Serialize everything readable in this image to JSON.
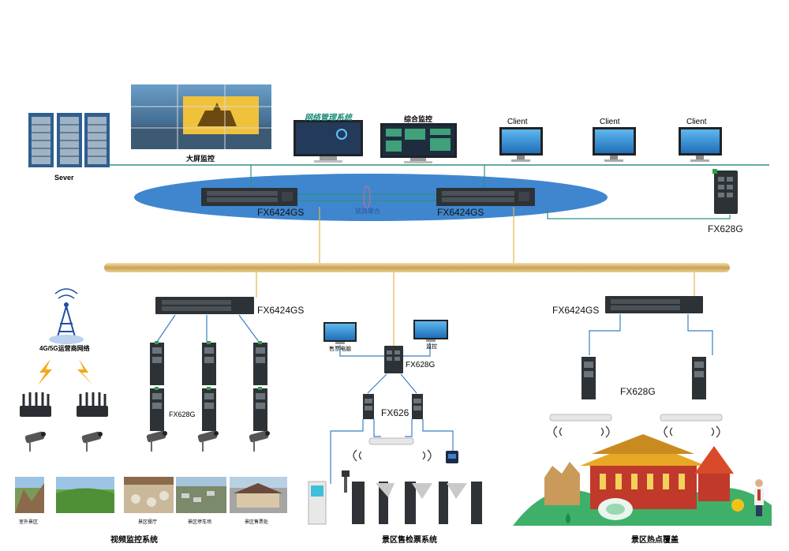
{
  "labels": {
    "server": "Sever",
    "video_wall": "大屏监控",
    "nms": "网络管理系统",
    "monitor_center": "综合监控",
    "client_1": "Client",
    "client_2": "Client",
    "client_3": "Client",
    "core_switch_1": "FX6424GS",
    "core_switch_2": "FX6424GS",
    "link_aggregation": "链路聚合",
    "edge_switch_right": "FX628G",
    "carrier_network": "4G/5G运营商网络",
    "left_switch": "FX6424GS",
    "left_field_switch": "FX628G",
    "ticket_pc": "售票电脑",
    "ticket_monitor": "监控",
    "ticket_switch": "FX628G",
    "ticket_sub_switch": "FX626",
    "right_switch": "FX6424GS",
    "right_field_switch": "FX628G",
    "photo_outdoor": "室外景区",
    "photo_restaurant": "景区餐厅",
    "photo_parking": "景区停车场",
    "photo_ticket_office": "景区售票处",
    "section_video": "视频监控系统",
    "section_ticket": "景区售检票系统",
    "section_hotspot": "景区热点覆盖"
  },
  "colors": {
    "ring": "#3f86cf",
    "backbone": "#d9b56a",
    "teal_line": "#2f8f86",
    "blue_line": "#3b7fc4",
    "switch_body": "#2d3236"
  }
}
